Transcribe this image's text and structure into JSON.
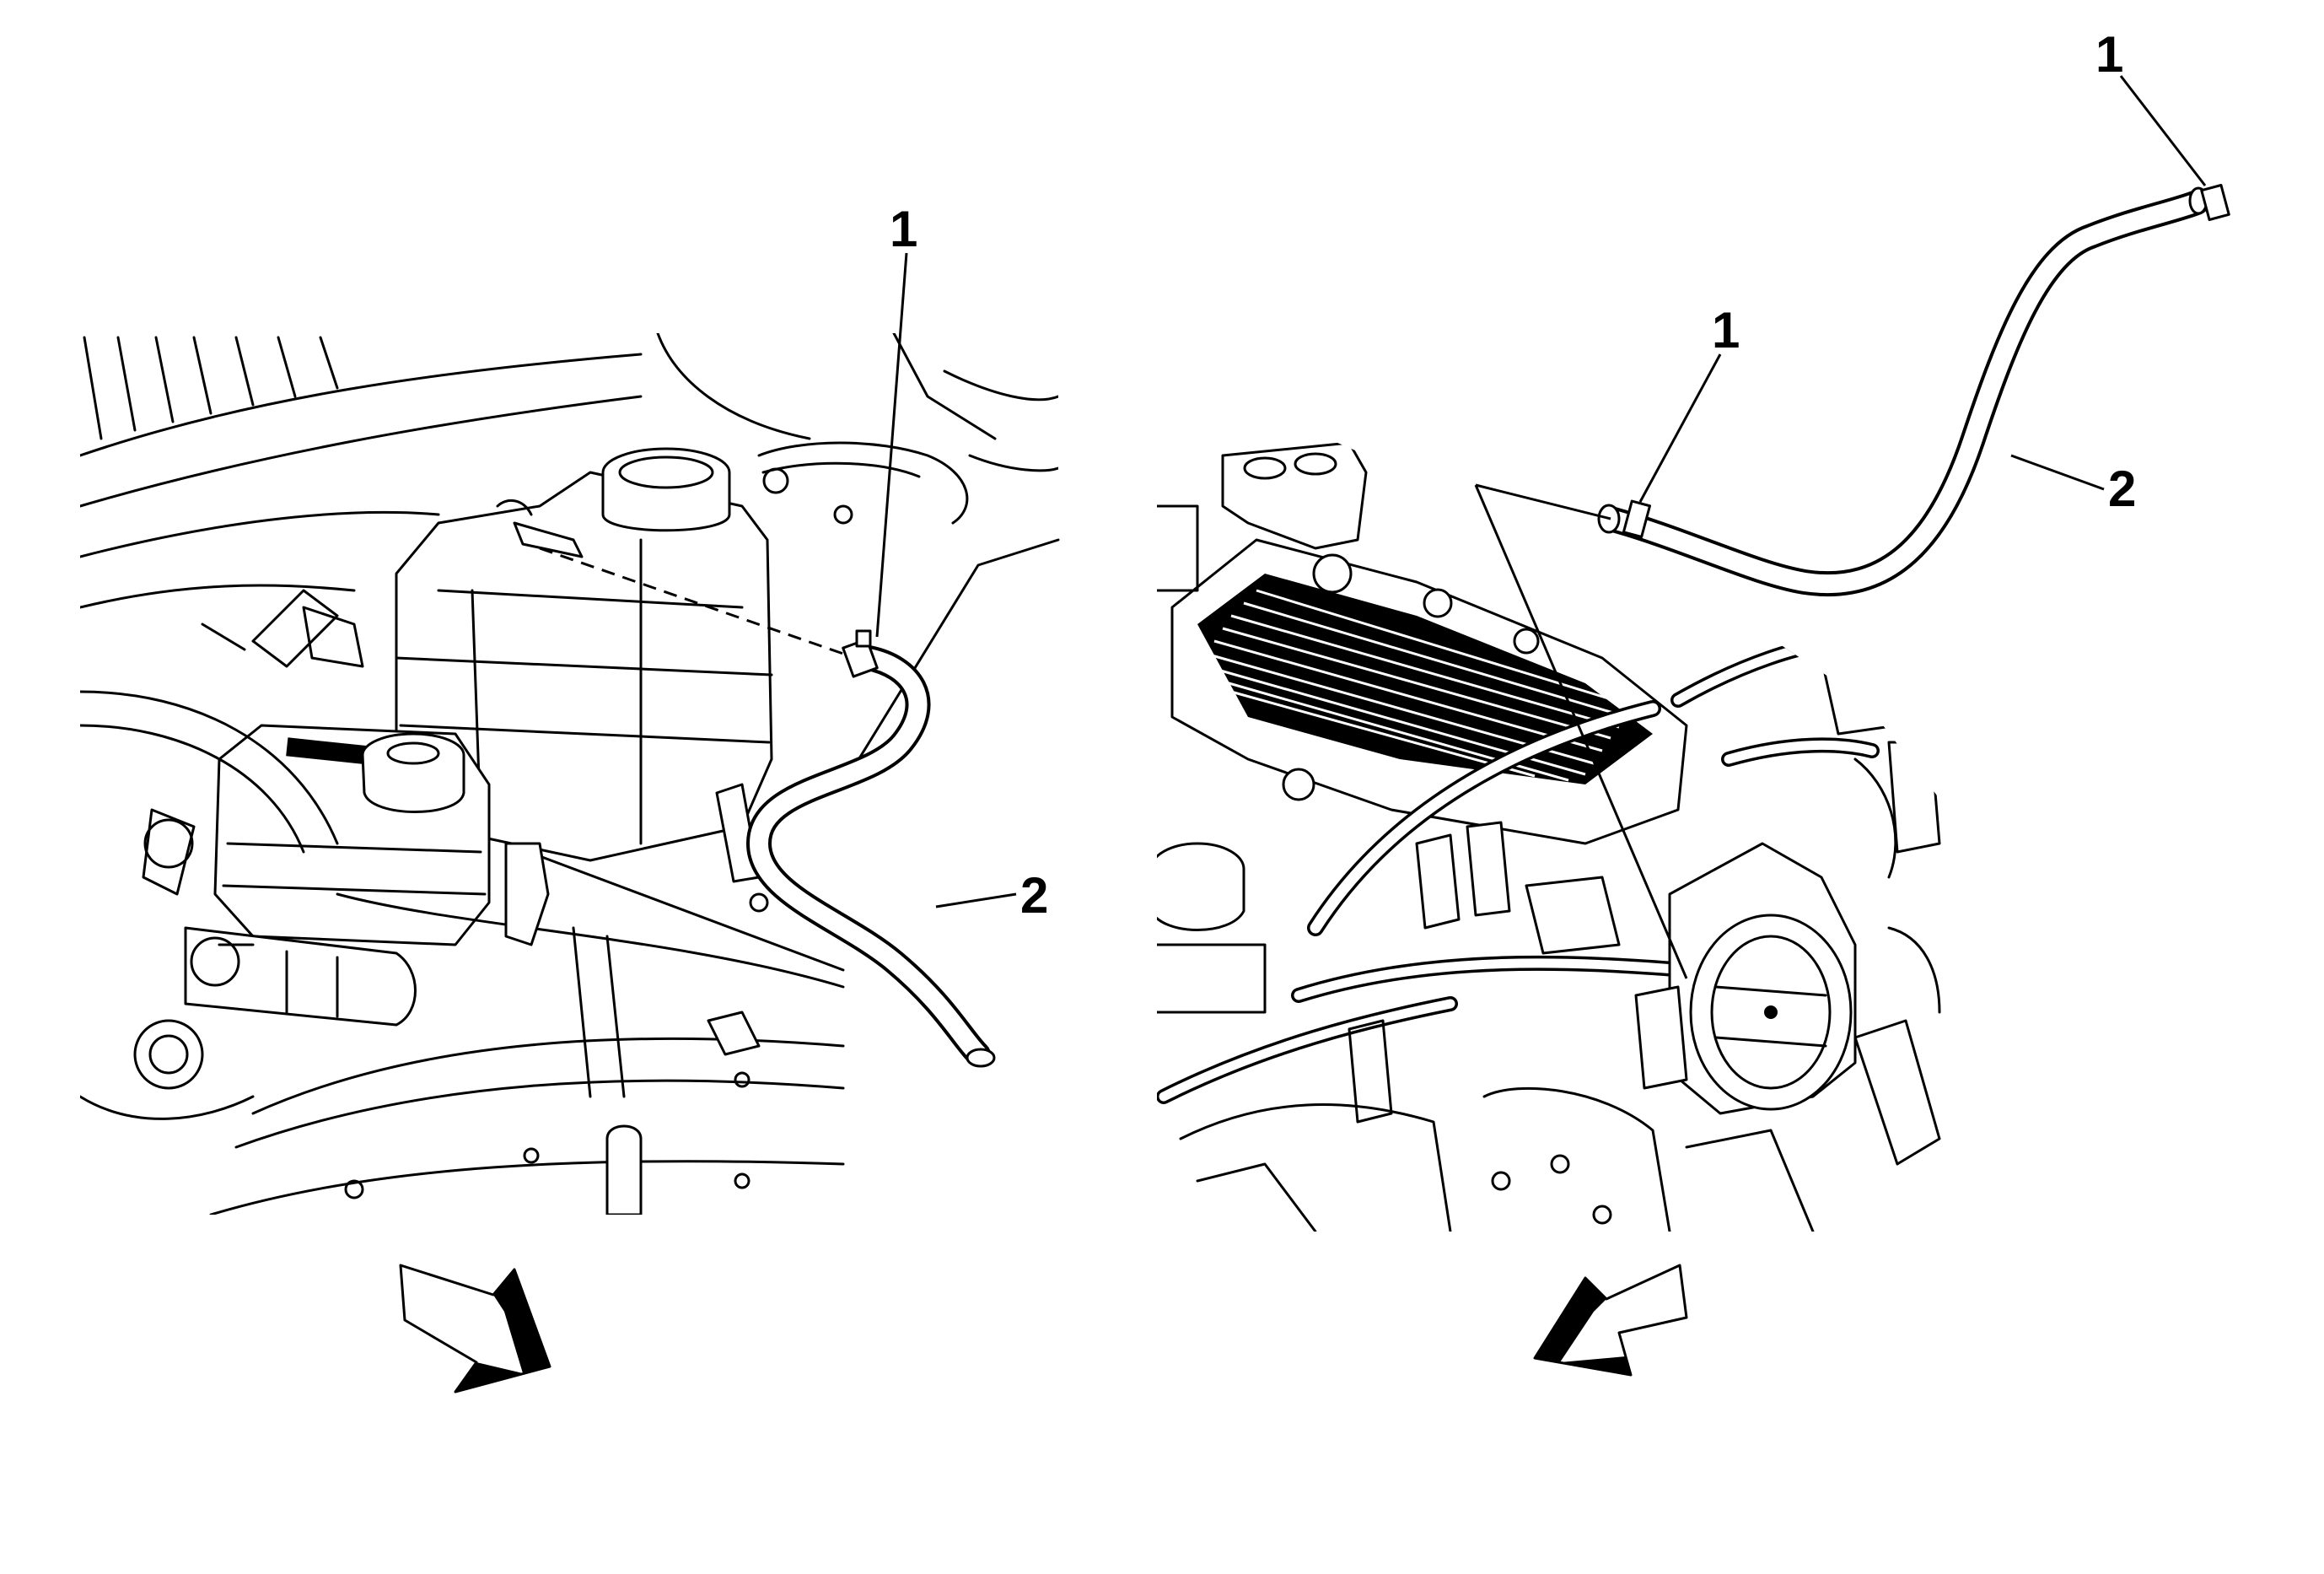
{
  "callouts": {
    "left_1": "1",
    "left_2": "2",
    "right_1a": "1",
    "right_1b": "1",
    "right_2": "2"
  },
  "arrows": {
    "left": "direction-arrow-front-right",
    "right": "direction-arrow-front-left"
  },
  "colors": {
    "line": "#000000",
    "background": "#ffffff"
  }
}
